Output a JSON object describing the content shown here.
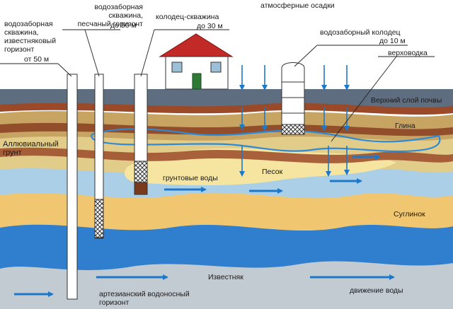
{
  "labels": {
    "atmospheric": "атмосферные осадки",
    "well_limestone": "водозаборная\nскважина,\nизвестняковый\nгоризонт",
    "well_limestone_depth": "от 50 м",
    "well_sand": "водозаборная скважина,\nпесчаный горизонт",
    "well_sand_depth": "до 50 м",
    "well_borehole": "колодец-скважина",
    "well_borehole_depth": "до 30 м",
    "dug_well": "водозаборный колодец",
    "dug_well_depth": "до 10 м",
    "perched_water": "верховодка",
    "topsoil": "Верхний слой почвы",
    "clay": "Глина",
    "alluvial": "Аллювиальный\nгрунт",
    "sand": "Песок",
    "groundwater": "грунтовые воды",
    "loam": "Суглинок",
    "limestone": "Известняк",
    "artesian": "артезианский водоносный\nгоризонт",
    "water_flow": "движение воды"
  },
  "colors": {
    "sky": "#ffffff",
    "topsoil": "#5e6e80",
    "brown": "#9a4a28",
    "clay": "#c8a463",
    "alluvial": "#e2cc8a",
    "sand": "#f6e5a0",
    "loam": "#f0c770",
    "aquifer_light": "#aacfe6",
    "aquifer_deep": "#2f7fce",
    "limestone": "#c3cbd2",
    "arrow": "#1e78c8",
    "roof": "#c12a26"
  }
}
